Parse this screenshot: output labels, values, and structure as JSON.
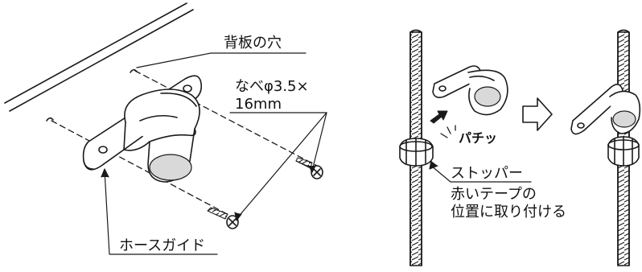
{
  "labels": {
    "back_panel_hole": "背板の穴",
    "screw_spec_line1": "なべφ3.5×",
    "screw_spec_line2": "16mm",
    "hose_guide": "ホースガイド",
    "snap_sound": "パチッ",
    "stopper": "ストッパー",
    "stopper_note_line1": "赤いテープの",
    "stopper_note_line2": "位置に取り付ける"
  },
  "icons": {
    "step_arrow": "outline-right-arrow-icon",
    "push_arrow": "solid-arrow-icon"
  },
  "colors": {
    "line": "#1a1a1a",
    "fill": "#ffffff",
    "shade": "#d9d9d9"
  }
}
